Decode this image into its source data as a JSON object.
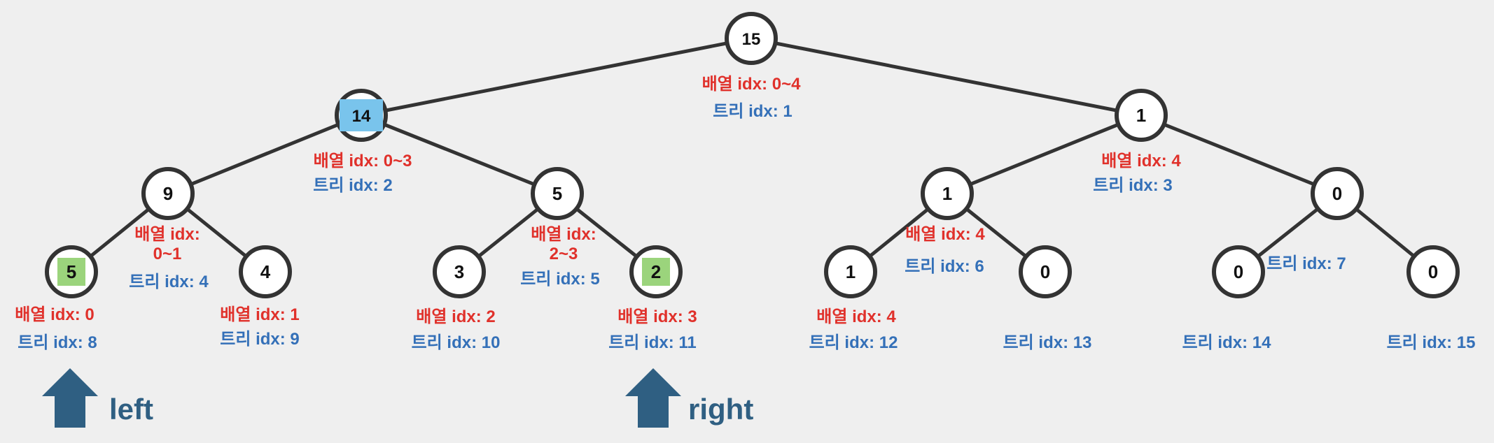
{
  "colors": {
    "background": "#efefef",
    "edge": "#333333",
    "node_fill": "#ffffff",
    "node_stroke": "#333333",
    "array_label": "#e0312b",
    "tree_label": "#3470b8",
    "highlight_blue": "#79c4ec",
    "highlight_green": "#9bd47c",
    "arrow": "#2f5f82"
  },
  "nodes": [
    {
      "id": 1,
      "value": "15",
      "array_text": "배열 idx: 0~4",
      "tree_text": "트리 idx: 1",
      "highlight": ""
    },
    {
      "id": 2,
      "value": "14",
      "array_text": "배열 idx: 0~3",
      "tree_text": "트리 idx: 2",
      "highlight": "blue"
    },
    {
      "id": 3,
      "value": "1",
      "array_text": "배열 idx: 4",
      "tree_text": "트리 idx: 3",
      "highlight": ""
    },
    {
      "id": 4,
      "value": "9",
      "array_text": "배열 idx:\n0~1",
      "tree_text": "트리 idx: 4",
      "highlight": ""
    },
    {
      "id": 5,
      "value": "5",
      "array_text": "배열 idx:\n2~3",
      "tree_text": "트리 idx: 5",
      "highlight": ""
    },
    {
      "id": 6,
      "value": "1",
      "array_text": "배열 idx: 4",
      "tree_text": "트리 idx: 6",
      "highlight": ""
    },
    {
      "id": 7,
      "value": "0",
      "array_text": "",
      "tree_text": "트리 idx: 7",
      "highlight": ""
    },
    {
      "id": 8,
      "value": "5",
      "array_text": "배열 idx: 0",
      "tree_text": "트리 idx: 8",
      "highlight": "green"
    },
    {
      "id": 9,
      "value": "4",
      "array_text": "배열 idx: 1",
      "tree_text": "트리 idx: 9",
      "highlight": ""
    },
    {
      "id": 10,
      "value": "3",
      "array_text": "배열 idx: 2",
      "tree_text": "트리 idx: 10",
      "highlight": ""
    },
    {
      "id": 11,
      "value": "2",
      "array_text": "배열 idx: 3",
      "tree_text": "트리 idx: 11",
      "highlight": "green"
    },
    {
      "id": 12,
      "value": "1",
      "array_text": "배열 idx: 4",
      "tree_text": "트리 idx: 12",
      "highlight": ""
    },
    {
      "id": 13,
      "value": "0",
      "array_text": "",
      "tree_text": "트리 idx: 13",
      "highlight": ""
    },
    {
      "id": 14,
      "value": "0",
      "array_text": "",
      "tree_text": "트리 idx: 14",
      "highlight": ""
    },
    {
      "id": 15,
      "value": "0",
      "array_text": "",
      "tree_text": "트리 idx: 15",
      "highlight": ""
    }
  ],
  "edges": [
    [
      1,
      2
    ],
    [
      1,
      3
    ],
    [
      2,
      4
    ],
    [
      2,
      5
    ],
    [
      3,
      6
    ],
    [
      3,
      7
    ],
    [
      4,
      8
    ],
    [
      4,
      9
    ],
    [
      5,
      10
    ],
    [
      5,
      11
    ],
    [
      6,
      12
    ],
    [
      6,
      13
    ],
    [
      7,
      14
    ],
    [
      7,
      15
    ]
  ],
  "pointers": {
    "left": {
      "label": "left",
      "node": 8
    },
    "right": {
      "label": "right",
      "node": 11
    }
  }
}
